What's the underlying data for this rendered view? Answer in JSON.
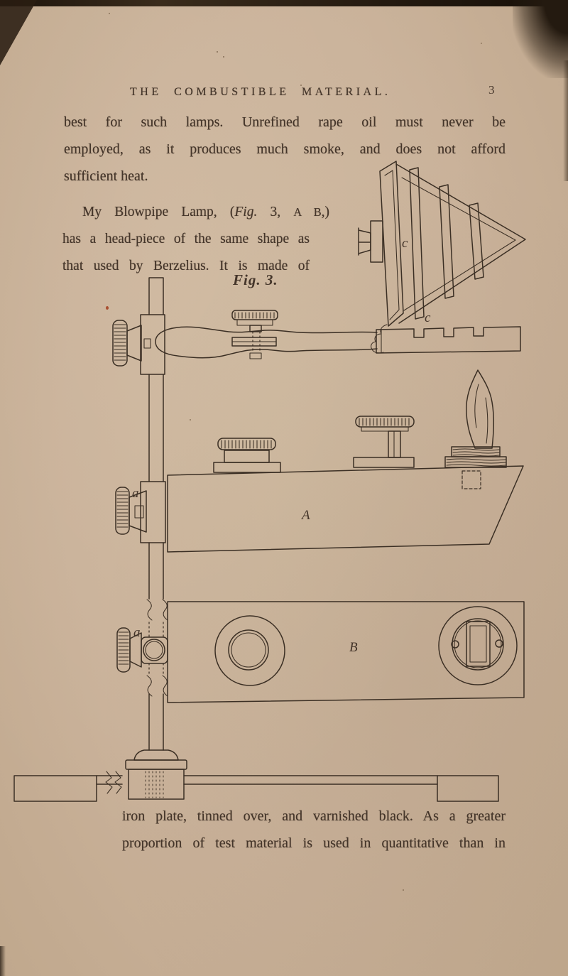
{
  "header": {
    "title": "THE COMBUSTIBLE MATERIAL.",
    "page_number": "3"
  },
  "para1": {
    "l1": "best for such lamps.  Unrefined rape oil must never be",
    "l2": "employed, as it produces much smoke, and does not afford",
    "l3": "sufficient heat."
  },
  "para2": {
    "l1_pre": "My Blowpipe Lamp, (",
    "l1_fig": "Fig.",
    "l1_mid": " 3, ",
    "l1_ab": "A B",
    "l1_post": ",)",
    "l2": "has a head-piece of the same shape as",
    "l3": "that used by Berzelius.  It is made of"
  },
  "figure": {
    "caption": "Fig. 3.",
    "labels": {
      "bellows_c": "c",
      "bar_c": "c",
      "body_a": "A",
      "panel_b": "B",
      "clamp_a_mid": "a",
      "clamp_a_low": "a"
    }
  },
  "para3": {
    "l1": "iron plate, tinned over, and varnished black.  As a greater",
    "l2": "proportion of test material is used in quantitative than in"
  },
  "colors": {
    "paper": "#c9b199",
    "ink": "#44352a",
    "engraving_line": "#3b2f24",
    "page_edge": "#241a10",
    "red_speck": "#a23c1c"
  }
}
